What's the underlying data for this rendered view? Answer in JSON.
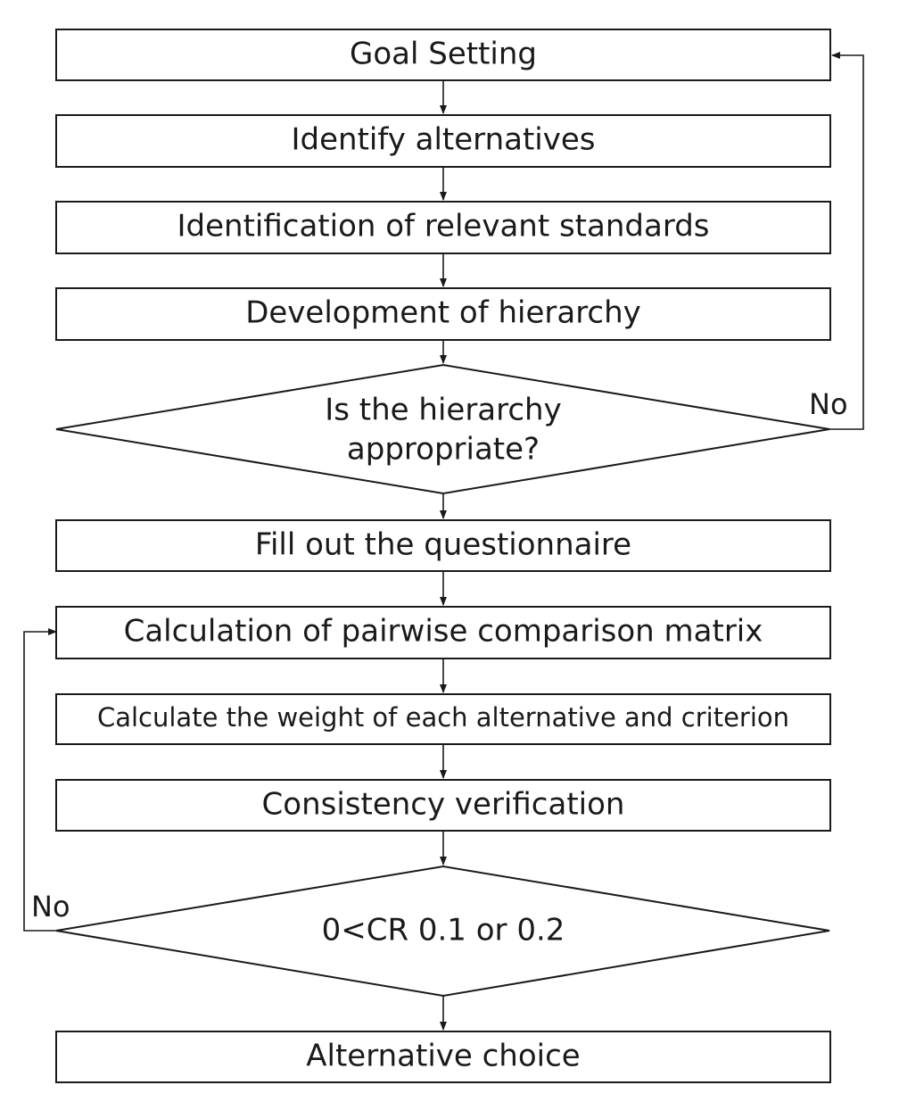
{
  "colors": {
    "stroke": "#1a1a1a",
    "fill": "#ffffff",
    "text": "#1a1a1a"
  },
  "nodes": {
    "goal_setting": "Goal Setting",
    "identify_alternatives": "Identify alternatives",
    "identify_standards": "Identification of relevant standards",
    "develop_hierarchy": "Development of hierarchy",
    "hierarchy_check_line1": "Is the hierarchy",
    "hierarchy_check_line2": "appropriate?",
    "fill_questionnaire": "Fill out the questionnaire",
    "pairwise_matrix": "Calculation of pairwise comparison matrix",
    "calculate_weights": "Calculate the weight of each alternative and criterion",
    "consistency_verification": "Consistency verification",
    "cr_check": "0<CR 0.1 or 0.2",
    "alternative_choice": "Alternative choice"
  },
  "edges": {
    "hierarchy_no_label": "No",
    "cr_no_label": "No"
  }
}
